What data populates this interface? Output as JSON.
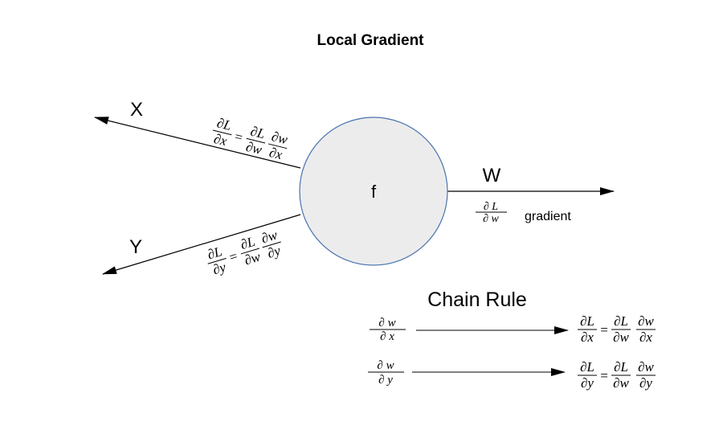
{
  "title": "Local Gradient",
  "node": {
    "label": "f"
  },
  "inputs": [
    {
      "label": "X",
      "frac_l": {
        "num": "∂L",
        "den": "∂x"
      },
      "frac_r1": {
        "num": "∂L",
        "den": "∂w"
      },
      "frac_r2": {
        "num": "∂w",
        "den": "∂x"
      }
    },
    {
      "label": "Y",
      "frac_l": {
        "num": "∂L",
        "den": "∂y"
      },
      "frac_r1": {
        "num": "∂L",
        "den": "∂w"
      },
      "frac_r2": {
        "num": "∂w",
        "den": "∂y"
      }
    }
  ],
  "output": {
    "label": "W",
    "frac": {
      "num": "∂ L",
      "den": "∂ w"
    },
    "gradient_label": "gradient"
  },
  "chain_rule": {
    "title": "Chain Rule",
    "rows": [
      {
        "local": {
          "num": "∂ w",
          "den": "∂ x"
        },
        "frac_l": {
          "num": "∂L",
          "den": "∂x"
        },
        "frac_r1": {
          "num": "∂L",
          "den": "∂w"
        },
        "frac_r2": {
          "num": "∂w",
          "den": "∂x"
        }
      },
      {
        "local": {
          "num": "∂ w",
          "den": "∂ y"
        },
        "frac_l": {
          "num": "∂L",
          "den": "∂y"
        },
        "frac_r1": {
          "num": "∂L",
          "den": "∂w"
        },
        "frac_r2": {
          "num": "∂w",
          "den": "∂y"
        }
      }
    ]
  },
  "equals": "=",
  "colors": {
    "node_fill": "#ececec",
    "node_stroke": "#4a74b0",
    "line": "#000000"
  }
}
